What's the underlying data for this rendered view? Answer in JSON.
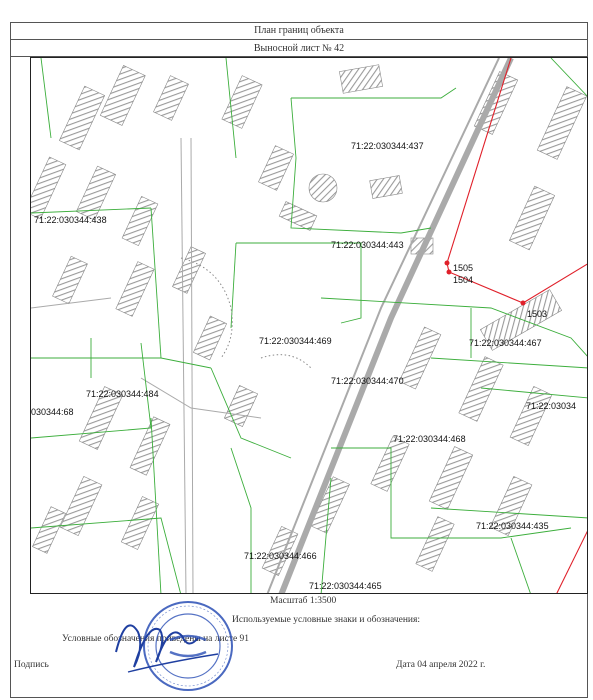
{
  "header": {
    "title": "План границ объекта",
    "sheet": "Выносной лист № 42"
  },
  "map": {
    "parcels": [
      {
        "id": "p437",
        "label": "71:22:030344:437"
      },
      {
        "id": "p438",
        "label": "71:22:030344:438"
      },
      {
        "id": "p443",
        "label": "71:22:030344:443"
      },
      {
        "id": "p469",
        "label": "71:22:030344:469"
      },
      {
        "id": "p467",
        "label": "71:22:030344:467"
      },
      {
        "id": "p470",
        "label": "71:22:030344:470"
      },
      {
        "id": "p484",
        "label": "71:22:030344:484"
      },
      {
        "id": "p68",
        "label": "030344:68"
      },
      {
        "id": "p466r",
        "label": "71:22:03034"
      },
      {
        "id": "p468",
        "label": "71:22:030344:468"
      },
      {
        "id": "p435",
        "label": "71:22:030344:435"
      },
      {
        "id": "p466",
        "label": "71:22:030344:466"
      },
      {
        "id": "p465",
        "label": "71:22:030344:465"
      }
    ],
    "points": [
      {
        "id": "pt1505",
        "label": "1505"
      },
      {
        "id": "pt1504",
        "label": "1504"
      },
      {
        "id": "pt1503",
        "label": "1503"
      }
    ],
    "boundary_color": "#e0202a",
    "parcel_line_color": "#3cae3c"
  },
  "footer": {
    "scale": "Масштаб 1:3500",
    "legend_title": "Используемые условные знаки и обозначения:",
    "legend_note": "Условные обозначения приведены на листе 91",
    "signature_label": "Подпись",
    "date": "Дата 04 апреля 2022 г."
  }
}
